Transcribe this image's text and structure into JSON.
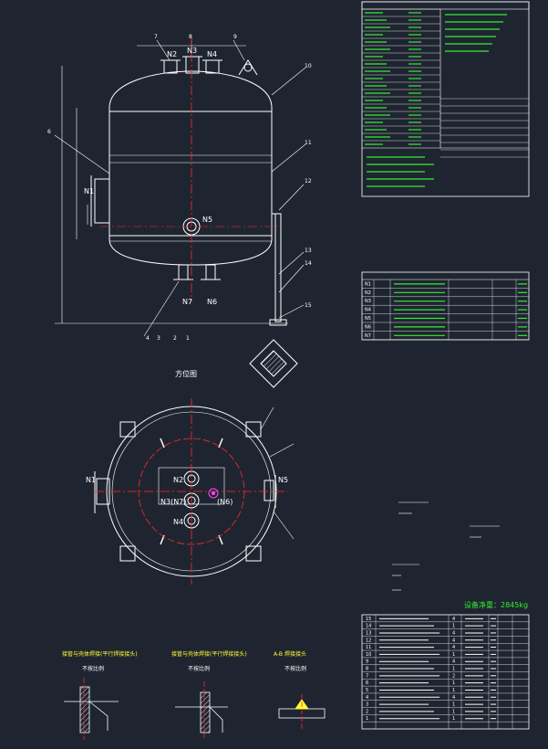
{
  "colors": {
    "background": "#1f2530",
    "line": "#ffffff",
    "center_line": "#ff2a2a",
    "dim_line": "#ffffff",
    "table_text": "#33ee33",
    "cyan": "#44ddee",
    "magenta": "#ff44ff",
    "yellow": "#ffff33",
    "hatch": "#ffffff"
  },
  "front_view": {
    "nozzles_top": [
      "N2",
      "N3",
      "N4"
    ],
    "nozzles_side": [
      "N1"
    ],
    "nozzle_center": "N5",
    "nozzles_bottom": [
      "N7",
      "N6"
    ],
    "part_numbers_top": [
      "7",
      "8",
      "9",
      "10"
    ],
    "part_numbers_right": [
      "11",
      "12",
      "13",
      "14",
      "15"
    ],
    "part_numbers_bottom": [
      "4",
      "3",
      "2",
      "1"
    ],
    "part_number_left": "6"
  },
  "plan_view": {
    "title": "方位图",
    "nozzles": [
      "N1",
      "N2",
      "N5",
      "N4"
    ],
    "nozzle_pair_left": "N3(N7)",
    "nozzle_pair_right": "(N6)"
  },
  "weight_label": "设备净重：2845kg",
  "details": [
    {
      "title": "接管与壳体焊接(平行焊接接头)",
      "scale": "不按比例"
    },
    {
      "title": "接管与壳体焊接(平行焊接接头)",
      "scale": "不按比例"
    },
    {
      "title": "A-B 焊接接头",
      "scale": "不按比例"
    }
  ],
  "nozzle_table": {
    "rows": [
      {
        "mark": "N1"
      },
      {
        "mark": "N2"
      },
      {
        "mark": "N3"
      },
      {
        "mark": "N4"
      },
      {
        "mark": "N5"
      },
      {
        "mark": "N6"
      },
      {
        "mark": "N7"
      }
    ]
  },
  "bom": {
    "rows": [
      {
        "no": "15",
        "qty": "4"
      },
      {
        "no": "14",
        "qty": "1"
      },
      {
        "no": "13",
        "qty": "4"
      },
      {
        "no": "12",
        "qty": "4"
      },
      {
        "no": "11",
        "qty": "4"
      },
      {
        "no": "10",
        "qty": "1"
      },
      {
        "no": "9",
        "qty": "4"
      },
      {
        "no": "8",
        "qty": "1"
      },
      {
        "no": "7",
        "qty": "2"
      },
      {
        "no": "6",
        "qty": "1"
      },
      {
        "no": "5",
        "qty": "1"
      },
      {
        "no": "4",
        "qty": "4"
      },
      {
        "no": "3",
        "qty": "1"
      },
      {
        "no": "2",
        "qty": "1"
      },
      {
        "no": "1",
        "qty": "1"
      }
    ]
  }
}
